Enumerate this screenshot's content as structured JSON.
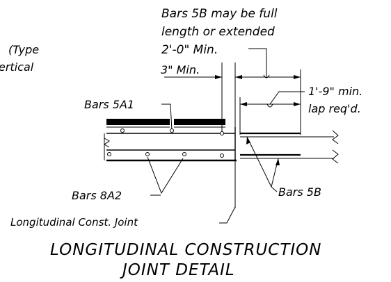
{
  "notes": {
    "left_line_1": "(Type",
    "left_line_2": "ertical",
    "bars5b_full_line_1": "Bars 5B may be full",
    "bars5b_full_line_2": "length or extended",
    "bars5b_full_line_3": "2'-0\"  Min.",
    "three_in_min": "3\" Min.",
    "lap_line_1": "1'-9\" min.",
    "lap_line_2": "lap req'd.",
    "bars_5a1": "Bars 5A1",
    "bars_8a2": "Bars 8A2",
    "bars_5b": "Bars 5B",
    "long_joint": "Longitudinal Const. Joint"
  },
  "title": {
    "line_1": "LONGITUDINAL CONSTRUCTION",
    "line_2": "JOINT DETAIL"
  }
}
